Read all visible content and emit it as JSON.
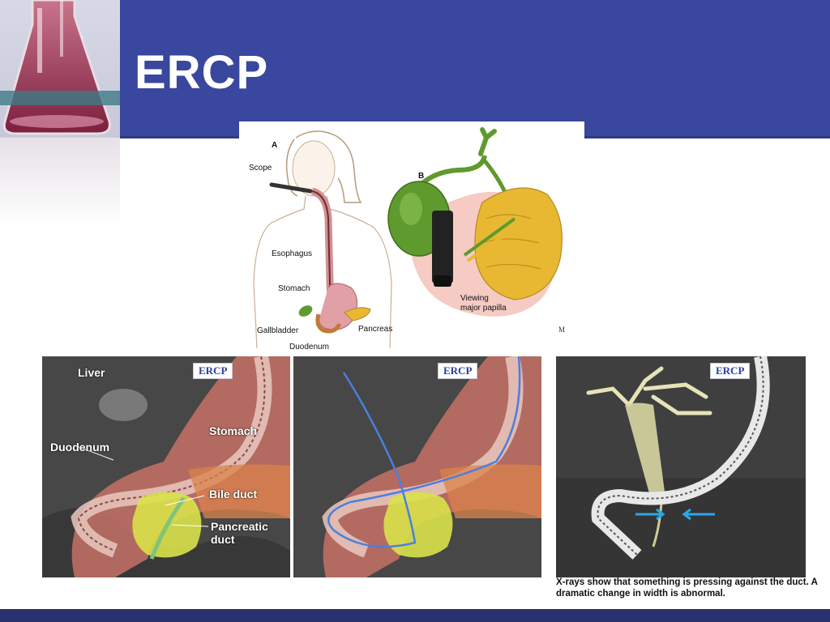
{
  "slide": {
    "title": "ERCP"
  },
  "illustration": {
    "panel_a_letter": "A",
    "panel_b_letter": "B",
    "labels": {
      "scope": "Scope",
      "esophagus": "Esophagus",
      "stomach": "Stomach",
      "gallbladder": "Gallbladder",
      "pancreas": "Pancreas",
      "duodenum": "Duodenum",
      "viewing_line1": "Viewing",
      "viewing_line2": "major papilla"
    }
  },
  "xray_panels": [
    {
      "badge": "ERCP",
      "labels": {
        "liver": "Liver",
        "stomach": "Stomach",
        "duodenum": "Duodenum",
        "bile_duct": "Bile duct",
        "pancreatic_duct_line1": "Pancreatic",
        "pancreatic_duct_line2": "duct"
      }
    },
    {
      "badge": "ERCP"
    },
    {
      "badge": "ERCP"
    }
  ],
  "caption": "X-rays show that something is pressing against the duct. A dramatic change in width is abnormal.",
  "colors": {
    "header_blue": "#3a479e",
    "footer_navy": "#2b3170",
    "gallbladder_green": "#5f9a2e",
    "pancreas_yellow": "#e8b833",
    "guidewire_blue": "#4a7fe0",
    "arrow_cyan": "#2aa7e8"
  }
}
